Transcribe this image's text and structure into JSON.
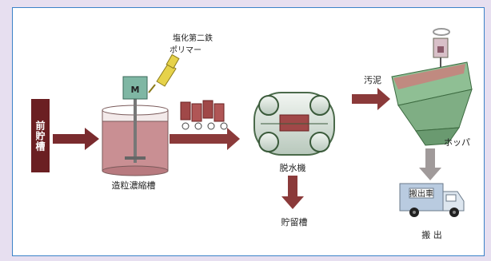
{
  "labels": {
    "pre_tank": "前貯槽",
    "chemical_line1": "塩化第二鉄",
    "chemical_line2": "ポリマー",
    "motor_letter": "M",
    "granulation_tank": "造粒濃縮槽",
    "dewatering_machine": "脱水機",
    "storage_tank": "貯留槽",
    "sludge": "汚泥",
    "hopper": "ホッパ",
    "truck_sign": "搬出車",
    "carry_out": "搬 出"
  },
  "colors": {
    "arrow": "#8b3a3a",
    "gray_arrow": "#a09a9a",
    "pre_tank": "#6b1f22",
    "sludge": "#a04848",
    "frame_border": "#3b82c8",
    "page_bg": "#e7dff0",
    "motor": "#7fb7a4",
    "hopper": "#8fbf94",
    "truck_body": "#b9cbe0",
    "truck_cab": "#dde6ef"
  }
}
